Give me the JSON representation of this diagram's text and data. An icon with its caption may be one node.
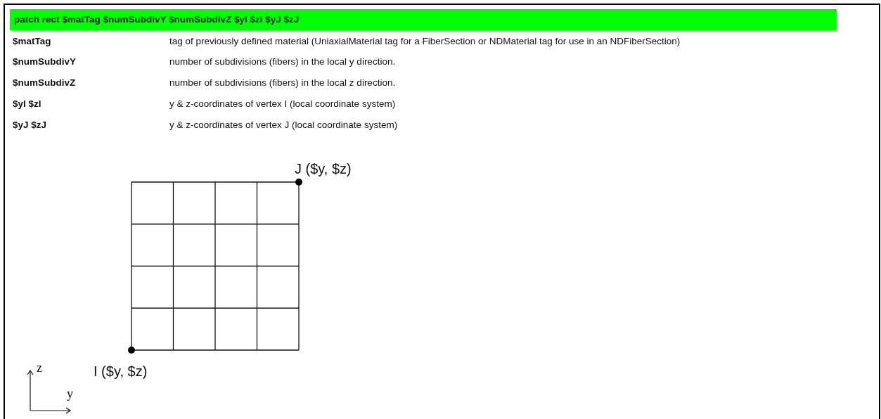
{
  "diagram": {
    "title": "patch rect $matTag $numSubdivY $numSubdivZ $yI $zI $yJ $zJ",
    "labels": [
      "$matTag",
      "tag of previously defined material (UniaxialMaterial tag for a FiberSection or NDMaterial tag for use in an NDFiberSection)",
      "$numSubdivY",
      "number of subdivisions (fibers) in the local y direction.",
      "$numSubdivZ",
      "number of subdivisions (fibers) in the local z direction.",
      "$yI $zI",
      "y & z-coordinates of vertex I (local coordinate system)",
      "$yJ $zJ",
      "y & z-coordinates of vertex J (local coordinate system)",
      "J ($y, $z)",
      "I ($y, $z)",
      "z",
      "y"
    ]
  }
}
